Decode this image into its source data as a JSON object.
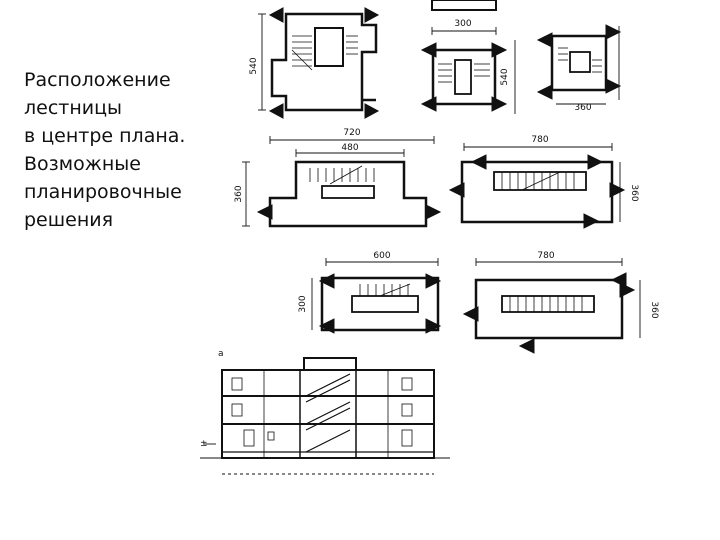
{
  "caption": {
    "lines": [
      "Расположение",
      "лестницы",
      "в центре плана.",
      "Возможные",
      "планировочные",
      "решения"
    ]
  },
  "dimensions": {
    "top_plan_a_height": "540",
    "top_plan_b_width": "300",
    "top_plan_b_height": "540",
    "top_plan_c_width": "360",
    "middle_plan_a_outer_width": "720",
    "middle_plan_a_inner_width": "480",
    "middle_plan_a_height": "360",
    "middle_plan_b_width": "780",
    "middle_plan_b_height": "360",
    "lower_plan_a_width": "600",
    "lower_plan_a_height": "300",
    "lower_plan_b_width": "780",
    "lower_plan_b_height": "360"
  },
  "section": {
    "corner_letter": "a",
    "level_mark": "±"
  }
}
